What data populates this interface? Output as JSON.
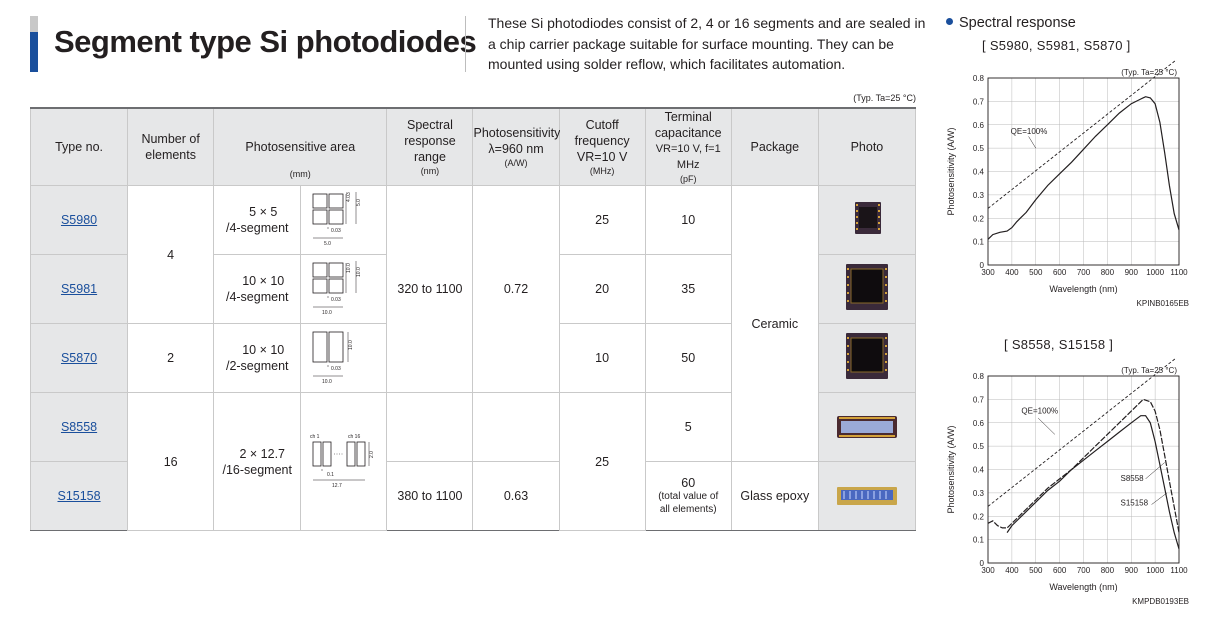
{
  "header": {
    "title": "Segment type Si photodiodes",
    "description": "These Si photodiodes consist of 2, 4 or 16 segments and are sealed in a chip carrier package suitable for surface mounting. They can be mounted using solder reflow, which facilitates automation."
  },
  "table": {
    "typ_note": "(Typ. Ta=25 °C)",
    "headers": {
      "type_no": "Type no.",
      "elements": "Number of elements",
      "area": "Photosensitive area",
      "area_unit": "(mm)",
      "range": "Spectral response range",
      "range_unit": "(nm)",
      "sens": "Photosensitivity",
      "sens_cond": "λ=960 nm",
      "sens_unit": "(A/W)",
      "cutoff": "Cutoff frequency",
      "cutoff_cond": "VR=10 V",
      "cutoff_unit": "(MHz)",
      "cap": "Terminal capacitance",
      "cap_cond": "VR=10 V, f=1 MHz",
      "cap_unit": "(pF)",
      "package": "Package",
      "photo": "Photo"
    },
    "rows": [
      {
        "type": "S5980",
        "area_size": "5 × 5",
        "area_seg": "/4-segment",
        "cutoff": "25",
        "cap": "10"
      },
      {
        "type": "S5981",
        "area_size": "10 × 10",
        "area_seg": "/4-segment",
        "cutoff": "20",
        "cap": "35"
      },
      {
        "type": "S5870",
        "area_size": "10 × 10",
        "area_seg": "/2-segment",
        "cutoff": "10",
        "cap": "50"
      },
      {
        "type": "S8558",
        "cap": "5"
      },
      {
        "type": "S15158",
        "cap": "60",
        "cap_note": "(total value of all elements)"
      }
    ],
    "merged": {
      "elements_4": "4",
      "elements_2": "2",
      "elements_16": "16",
      "area_16": "2 × 12.7",
      "area_16_seg": "/16-segment",
      "range_a": "320 to 1100",
      "range_b": "380 to 1100",
      "sens_a": "0.72",
      "sens_b": "0.63",
      "cutoff_16": "25",
      "package_a": "Ceramic",
      "package_b": "Glass epoxy"
    },
    "diagram_labels": {
      "d1": [
        "4.03",
        "5.0",
        "0.03",
        "5.0"
      ],
      "d2": [
        "10.0",
        "10.0",
        "0.03",
        "10.0"
      ],
      "d3": [
        "10.0",
        "0.03",
        "10.0"
      ],
      "d4": [
        "ch 1",
        "ch 16",
        "2.0",
        "0.1",
        "12.7"
      ]
    }
  },
  "spectral": {
    "section_title": "Spectral response",
    "chart1_subtitle": "[ S5980, S5981, S5870 ]",
    "chart2_subtitle": "[ S8558, S15158 ]"
  },
  "chart_data": [
    {
      "type": "line",
      "title": "[ S5980, S5981, S5870 ]",
      "xlabel": "Wavelength (nm)",
      "ylabel": "Photosensitivity (A/W)",
      "xlim": [
        300,
        1100
      ],
      "ylim": [
        0,
        0.8
      ],
      "xticks": [
        "300",
        "400",
        "500",
        "600",
        "700",
        "800",
        "900",
        "1000",
        "1100"
      ],
      "yticks": [
        "0",
        "0.1",
        "0.2",
        "0.3",
        "0.4",
        "0.5",
        "0.6",
        "0.7",
        "0.8"
      ],
      "typ_note": "(Typ. Ta=25 °C)",
      "code": "KPINB0165EB",
      "grid": true,
      "series": [
        {
          "name": "",
          "x": [
            300,
            320,
            350,
            380,
            400,
            420,
            440,
            460,
            500,
            550,
            600,
            650,
            700,
            750,
            800,
            850,
            900,
            940,
            960,
            980,
            1000,
            1020,
            1040,
            1060,
            1080,
            1100
          ],
          "y": [
            0.11,
            0.13,
            0.14,
            0.145,
            0.16,
            0.185,
            0.205,
            0.225,
            0.28,
            0.34,
            0.39,
            0.44,
            0.495,
            0.55,
            0.6,
            0.65,
            0.69,
            0.71,
            0.72,
            0.715,
            0.69,
            0.61,
            0.48,
            0.34,
            0.22,
            0.15
          ]
        },
        {
          "name": "QE=100%",
          "x": [
            300,
            1100
          ],
          "y": [
            0.242,
            0.887
          ]
        }
      ],
      "annotations": [
        "QE=100%"
      ]
    },
    {
      "type": "line",
      "title": "[ S8558, S15158 ]",
      "xlabel": "Wavelength (nm)",
      "ylabel": "Photosensitivity (A/W)",
      "xlim": [
        300,
        1100
      ],
      "ylim": [
        0,
        0.8
      ],
      "xticks": [
        "300",
        "400",
        "500",
        "600",
        "700",
        "800",
        "900",
        "1000",
        "1100"
      ],
      "yticks": [
        "0",
        "0.1",
        "0.2",
        "0.3",
        "0.4",
        "0.5",
        "0.6",
        "0.7",
        "0.8"
      ],
      "typ_note": "(Typ. Ta=25 °C)",
      "code": "KMPDB0193EB",
      "grid": true,
      "series": [
        {
          "name": "S8558",
          "x": [
            300,
            320,
            340,
            360,
            380,
            400,
            450,
            500,
            550,
            600,
            650,
            700,
            750,
            800,
            850,
            900,
            950,
            980,
            1000,
            1020,
            1040,
            1060,
            1080,
            1100
          ],
          "y": [
            0.17,
            0.18,
            0.16,
            0.15,
            0.15,
            0.17,
            0.22,
            0.27,
            0.32,
            0.36,
            0.4,
            0.45,
            0.5,
            0.55,
            0.6,
            0.65,
            0.7,
            0.69,
            0.65,
            0.57,
            0.46,
            0.35,
            0.24,
            0.13
          ]
        },
        {
          "name": "S15158",
          "x": [
            380,
            400,
            450,
            500,
            550,
            600,
            650,
            700,
            750,
            800,
            850,
            900,
            940,
            960,
            980,
            1000,
            1020,
            1040,
            1060,
            1080,
            1100
          ],
          "y": [
            0.13,
            0.16,
            0.21,
            0.26,
            0.31,
            0.35,
            0.4,
            0.44,
            0.48,
            0.52,
            0.56,
            0.6,
            0.63,
            0.63,
            0.6,
            0.52,
            0.42,
            0.32,
            0.22,
            0.13,
            0.06
          ]
        },
        {
          "name": "QE=100%",
          "x": [
            300,
            1100
          ],
          "y": [
            0.242,
            0.887
          ]
        }
      ],
      "annotations": [
        "QE=100%",
        "S8558",
        "S15158"
      ]
    }
  ],
  "colors": {
    "accent": "#1a4f9c",
    "header_bg": "#e6e7e8",
    "link": "#1a4f9c"
  },
  "icons": [
    "bullet-dot-icon"
  ]
}
